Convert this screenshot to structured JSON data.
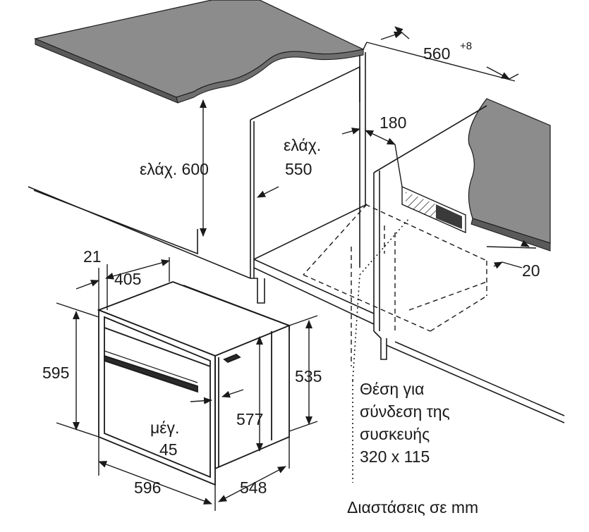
{
  "dimensions": {
    "cabinet_depth": "560",
    "cabinet_depth_tolerance": "+8",
    "gap_top": "180",
    "min_height_label": "ελάχ. 600",
    "min_width_line1": "ελάχ.",
    "min_width_line2": "550",
    "side_gap": "20",
    "oven_front_thickness": "21",
    "oven_top_depth": "405",
    "oven_height": "595",
    "oven_body_height": "535",
    "oven_inner_height": "577",
    "max_label_line1": "μέγ.",
    "max_label_line2": "45",
    "oven_width": "596",
    "oven_depth": "548"
  },
  "connection_note": {
    "line1": "Θέση για",
    "line2": "σύνδεση της",
    "line3": "συσκευής",
    "line4": "320 x 115"
  },
  "units_note": "Διαστάσεις σε mm",
  "colors": {
    "countertop": "#8c8c8c",
    "countertop_dark": "#5a5a5a",
    "line": "#1a1a1a",
    "background": "#ffffff"
  }
}
